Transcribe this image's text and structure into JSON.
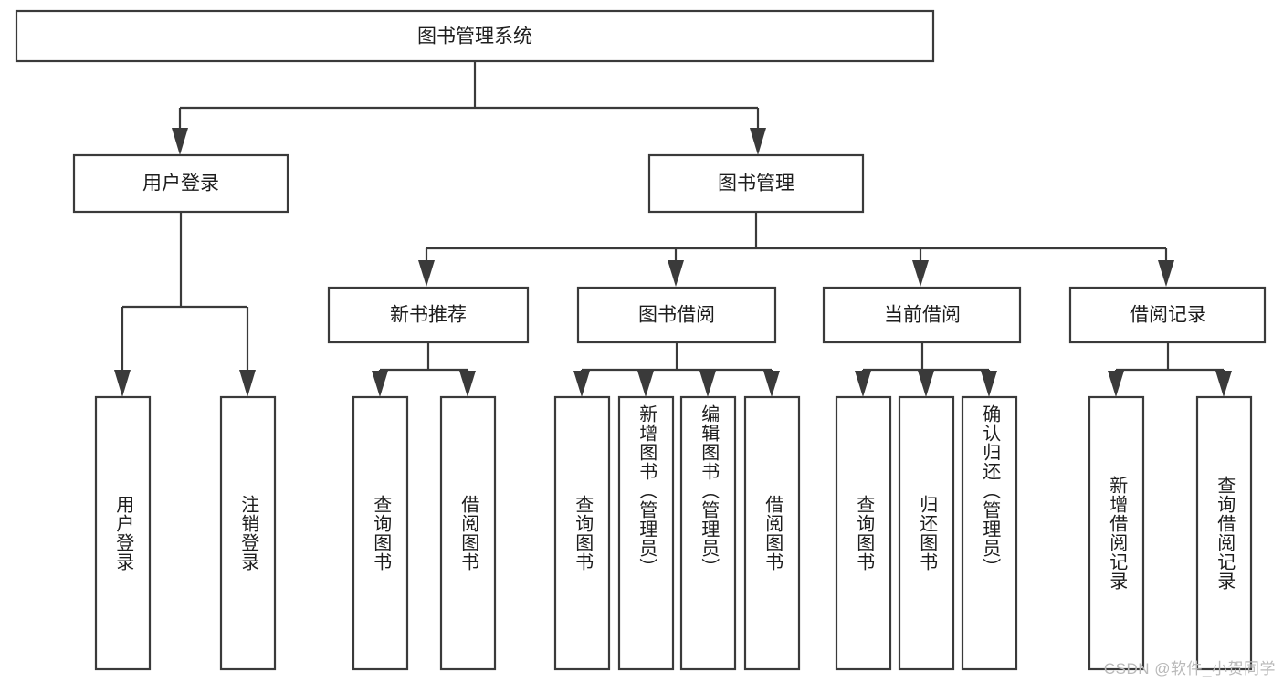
{
  "diagram": {
    "type": "tree",
    "title_node": {
      "label": "图书管理系统"
    },
    "level2": [
      {
        "label": "用户登录"
      },
      {
        "label": "图书管理"
      }
    ],
    "level3": [
      {
        "label": "新书推荐"
      },
      {
        "label": "图书借阅"
      },
      {
        "label": "当前借阅"
      },
      {
        "label": "借阅记录"
      }
    ],
    "leaves": {
      "user_login": [
        {
          "label": "用户登录"
        },
        {
          "label": "注销登录"
        }
      ],
      "new_book_recommend": [
        {
          "label": "查询图书"
        },
        {
          "label": "借阅图书"
        }
      ],
      "book_borrow": [
        {
          "label": "查询图书"
        },
        {
          "label": "新增图书（管理员）"
        },
        {
          "label": "编辑图书（管理员）"
        },
        {
          "label": "借阅图书"
        }
      ],
      "current_borrow": [
        {
          "label": "查询图书"
        },
        {
          "label": "归还图书"
        },
        {
          "label": "确认归还（管理员）"
        }
      ],
      "borrow_record": [
        {
          "label": "新增借阅记录"
        },
        {
          "label": "查询借阅记录"
        }
      ]
    }
  },
  "watermark": {
    "text": "CSDN @软件_小贺同学"
  },
  "colors": {
    "stroke": "#3a3a3a",
    "text": "#1d1d1d",
    "background": "#ffffff",
    "watermark": "#b9b9b9"
  }
}
